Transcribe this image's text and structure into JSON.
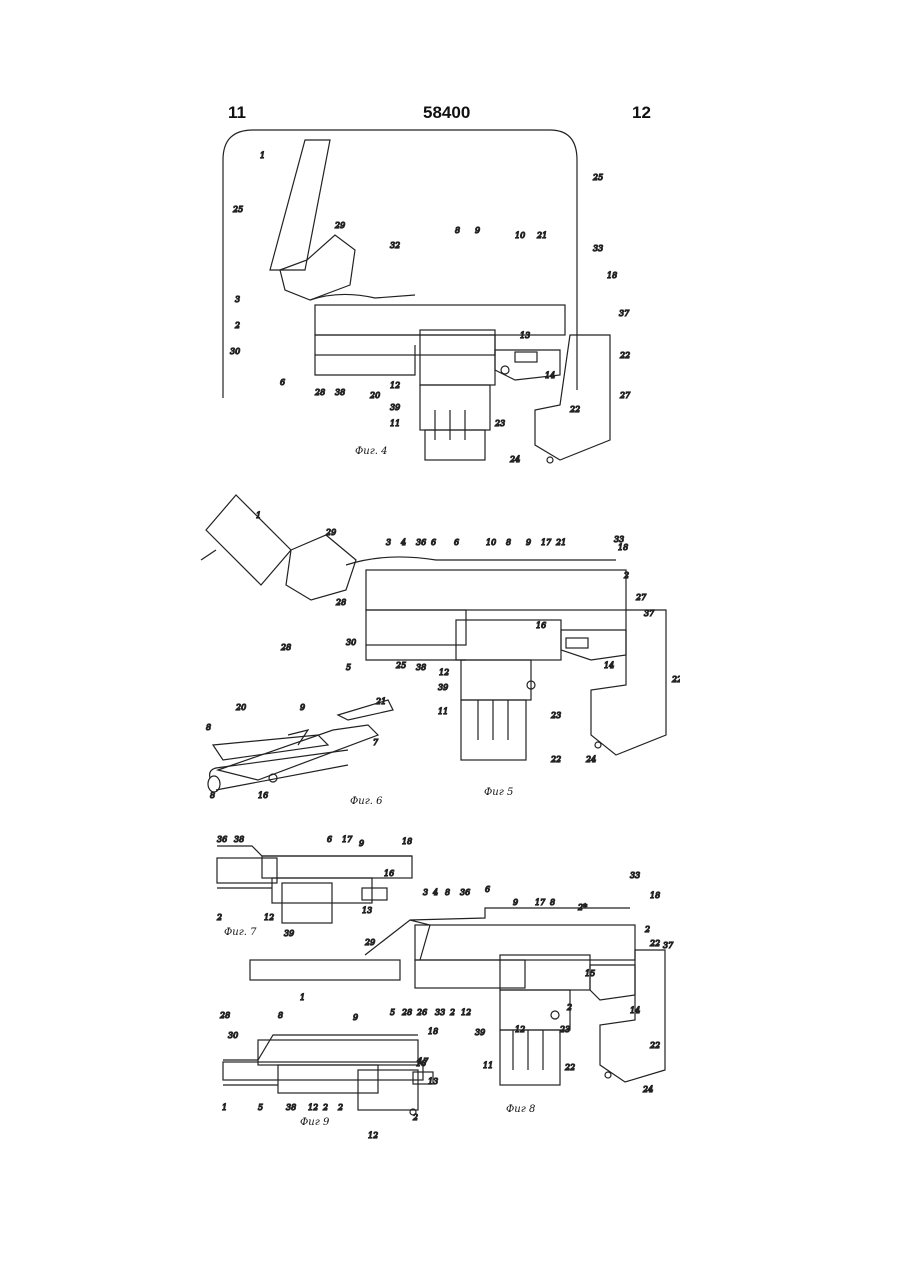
{
  "header": {
    "page_left": "11",
    "patent_number": "58400",
    "page_right": "12"
  },
  "figures": [
    {
      "caption": "Фиг. 4"
    },
    {
      "caption": "Фиг 5"
    },
    {
      "caption": "Фиг. 6"
    },
    {
      "caption": "Фиг. 7"
    },
    {
      "caption": "Фиг 8"
    },
    {
      "caption": "Фиг 9"
    }
  ]
}
